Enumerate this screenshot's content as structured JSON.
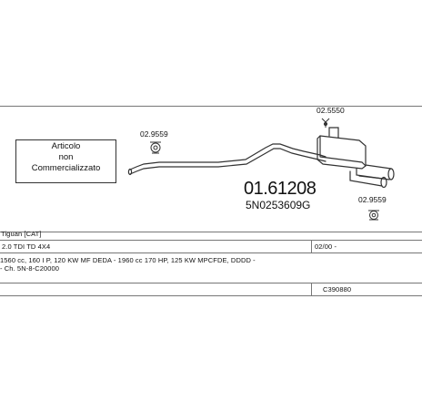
{
  "diagram": {
    "article_box_lines": [
      "Articolo",
      "non",
      "Commercializzato"
    ],
    "part_number": "01.61208",
    "oe_number": "5N0253609G",
    "clamp_labels": [
      {
        "id": "clamp-left",
        "text": "02.9559"
      },
      {
        "id": "clamp-top-right",
        "text": "02.5550"
      },
      {
        "id": "clamp-bottom-right",
        "text": "02.9559"
      }
    ]
  },
  "info": {
    "model": "Tiguan [CAT]",
    "engine": "2.0 TDI TD 4X4",
    "date_range": "02/00 -",
    "specs": "1560 cc, 160 I P, 120 KW MF DEDA - 1960 cc 170 HP, 125 KW MPCFDE, DDDD -",
    "chassis": "- Ch. 5N-8-C20000",
    "catalog_code": "C390880"
  },
  "colors": {
    "line": "#777777",
    "drawing": "#333333"
  }
}
